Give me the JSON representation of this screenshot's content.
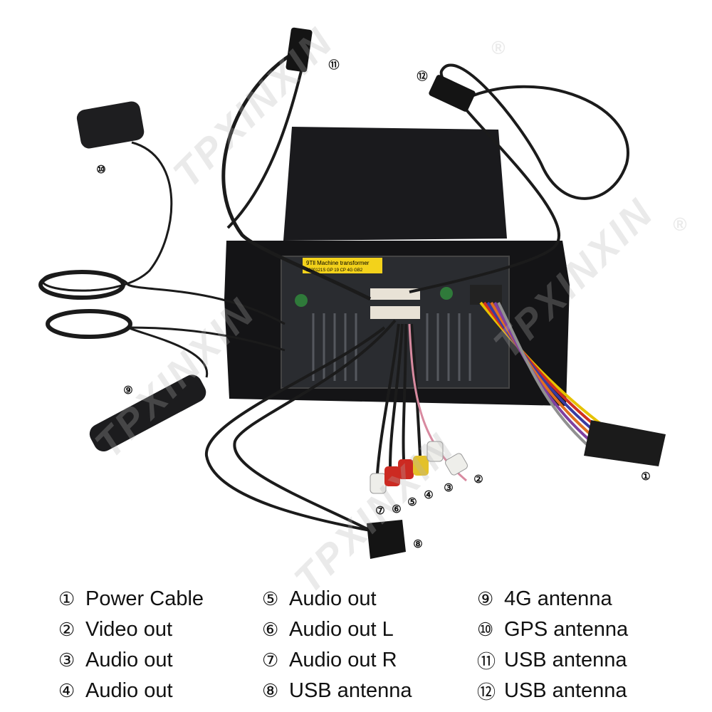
{
  "watermark": "TPXINXIN",
  "registered_mark": "®",
  "sticker_text": {
    "line1": "9Tll Machine transformer",
    "line2": "2020121S GP 19 CP 4G GB2"
  },
  "callouts": {
    "c1": "①",
    "c2": "②",
    "c3": "③",
    "c4": "④",
    "c5": "⑤",
    "c6": "⑥",
    "c7": "⑦",
    "c8": "⑧",
    "c9": "⑨",
    "c10": "⑩",
    "c11": "⑪",
    "c12": "⑫"
  },
  "legend": {
    "col1": [
      {
        "num": "①",
        "label": "Power Cable"
      },
      {
        "num": "②",
        "label": "Video out"
      },
      {
        "num": "③",
        "label": "Audio out"
      },
      {
        "num": "④",
        "label": "Audio out"
      }
    ],
    "col2": [
      {
        "num": "⑤",
        "label": "Audio out"
      },
      {
        "num": "⑥",
        "label": "Audio out L"
      },
      {
        "num": "⑦",
        "label": "Audio out R"
      },
      {
        "num": "⑧",
        "label": "USB antenna"
      }
    ],
    "col3": [
      {
        "num": "⑨",
        "label": "4G antenna"
      },
      {
        "num": "⑩",
        "label": "GPS antenna"
      },
      {
        "num": "⑪",
        "label": "USB antenna"
      },
      {
        "num": "⑫",
        "label": "USB antenna"
      }
    ]
  }
}
